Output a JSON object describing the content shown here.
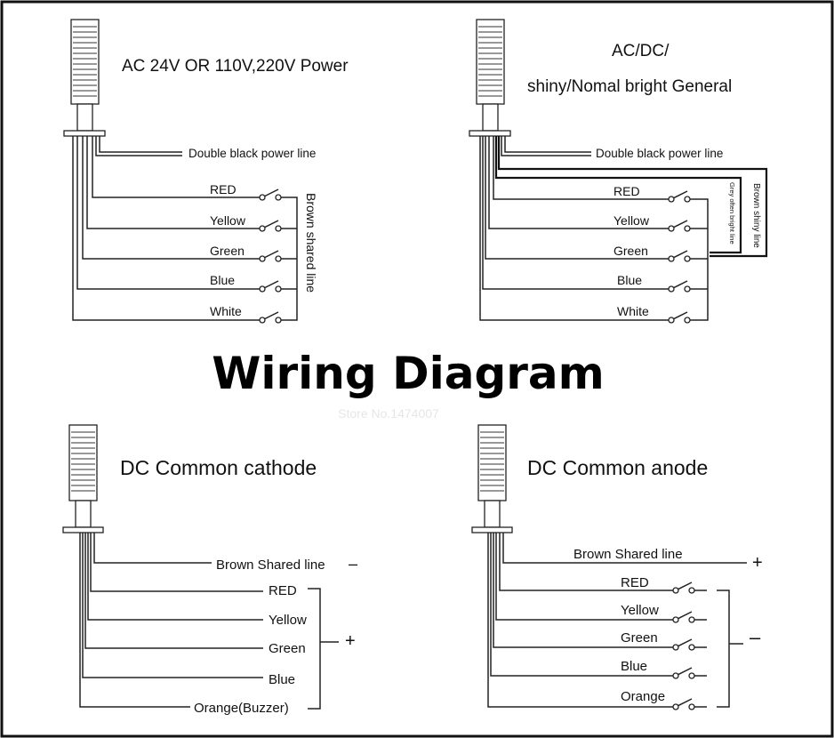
{
  "title": "Wiring Diagram",
  "watermark": "Store No.1474007",
  "panels": {
    "ac": {
      "heading": "AC 24V OR 110V,220V Power",
      "power_line": "Double black power line",
      "shared_line": "Brown shared line",
      "channels": [
        "RED",
        "Yellow",
        "Green",
        "Blue",
        "White"
      ]
    },
    "acdc": {
      "heading_line1": "AC/DC/",
      "heading_line2": "shiny/Nomal bright General",
      "power_line": "Double black power line",
      "shiny_line": "Brown shiny line",
      "grey_line": "Grey often bright line",
      "channels": [
        "RED",
        "Yellow",
        "Green",
        "Blue",
        "White"
      ]
    },
    "cathode": {
      "heading": "DC Common cathode",
      "shared_line": "Brown Shared line",
      "shared_sign": "–",
      "group_sign": "+",
      "channels": [
        "RED",
        "Yellow",
        "Green",
        "Blue",
        "Orange(Buzzer)"
      ]
    },
    "anode": {
      "heading": "DC Common anode",
      "shared_line": "Brown Shared line",
      "shared_sign": "+",
      "group_sign": "–",
      "channels": [
        "RED",
        "Yellow",
        "Green",
        "Blue",
        "Orange"
      ]
    }
  },
  "colors": {
    "line": "#222222",
    "frame": "#111111",
    "watermark": "#e6e6e6"
  }
}
